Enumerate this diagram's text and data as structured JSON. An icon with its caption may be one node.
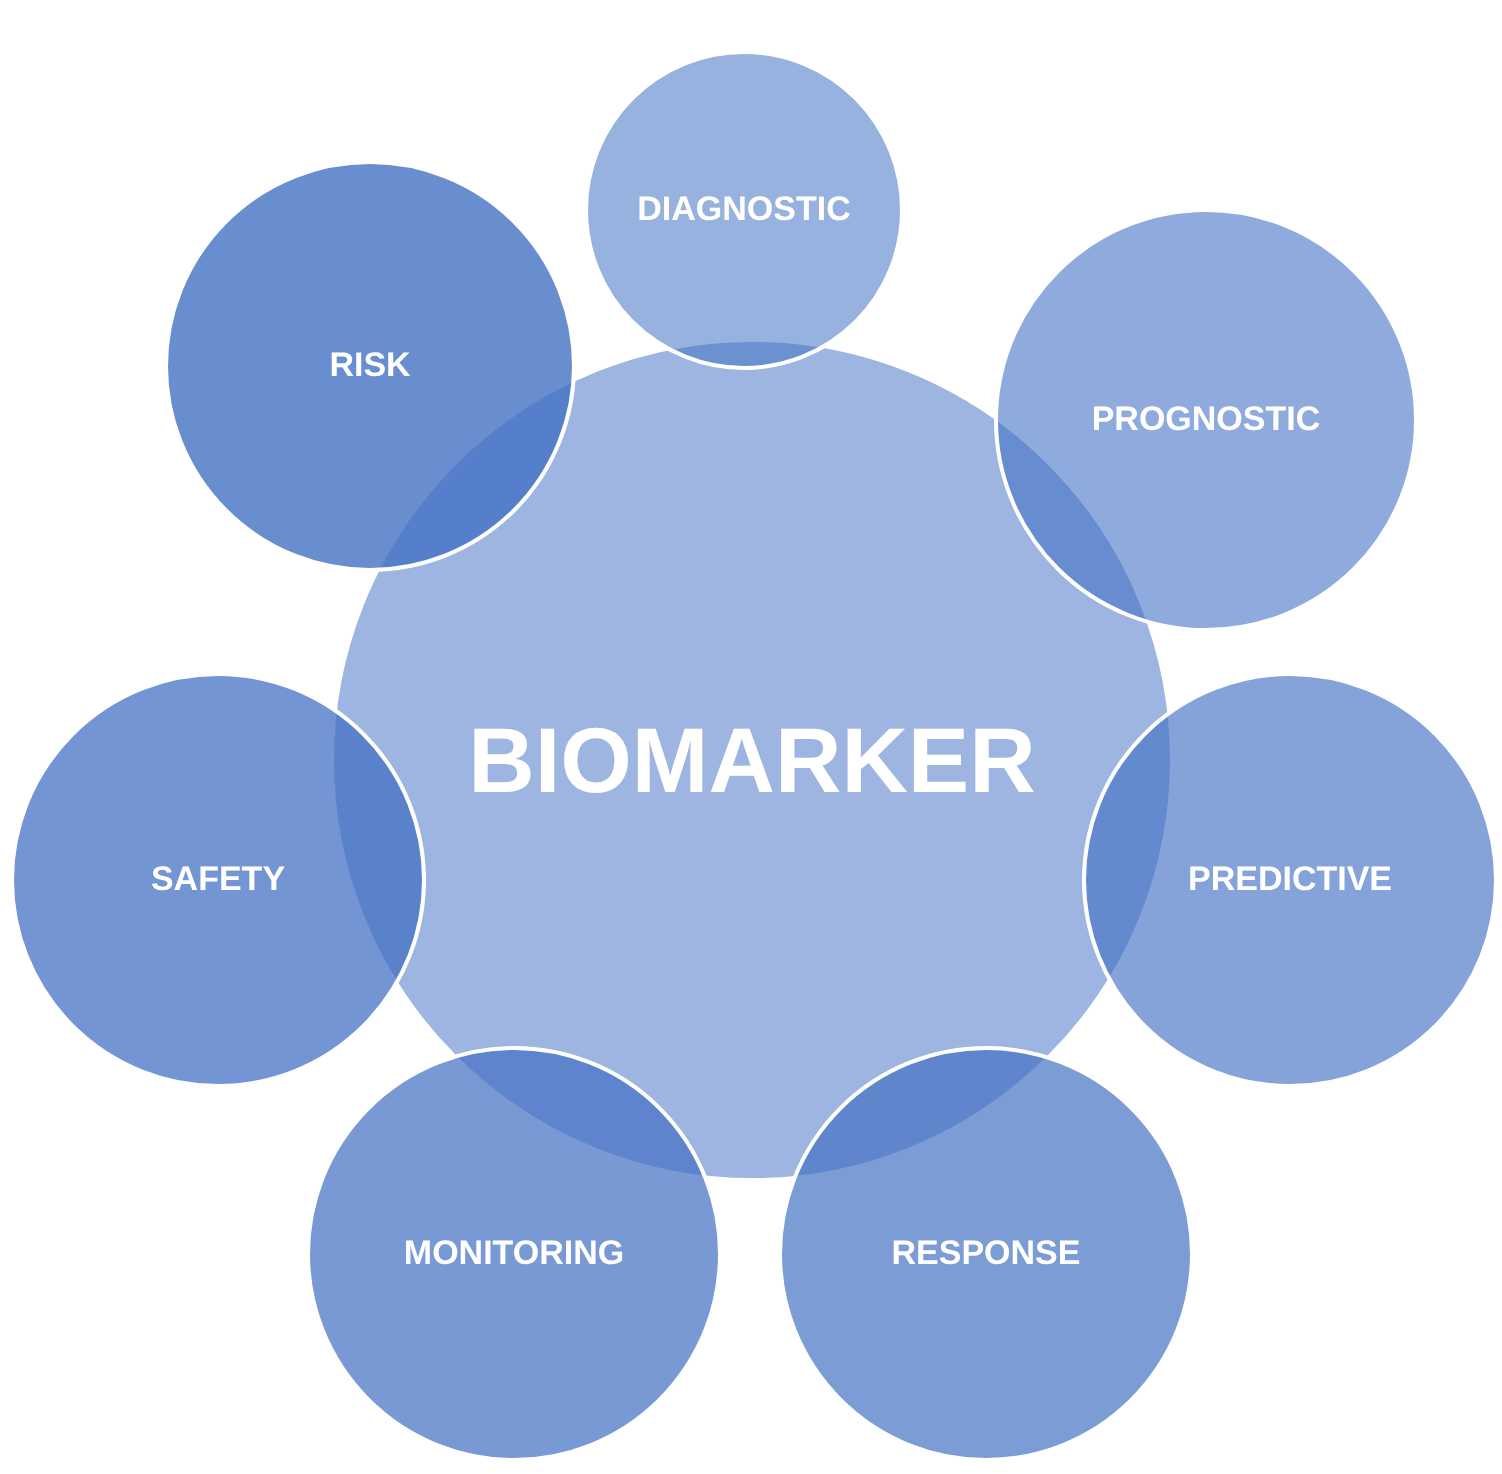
{
  "diagram": {
    "nodes": [
      {
        "text": [
          "BIOMARKER"
        ]
      },
      {
        "text": [
          "DIAGNOSTIC"
        ]
      },
      {
        "text": [
          "PROGNOSTIC"
        ]
      },
      {
        "text": [
          "PREDICTIVE"
        ]
      },
      {
        "text": [
          "RESPONSE"
        ]
      },
      {
        "text": [
          "MONITORING"
        ]
      },
      {
        "text": [
          "SAFETY"
        ]
      },
      {
        "text": [
          "RISK"
        ]
      }
    ]
  }
}
